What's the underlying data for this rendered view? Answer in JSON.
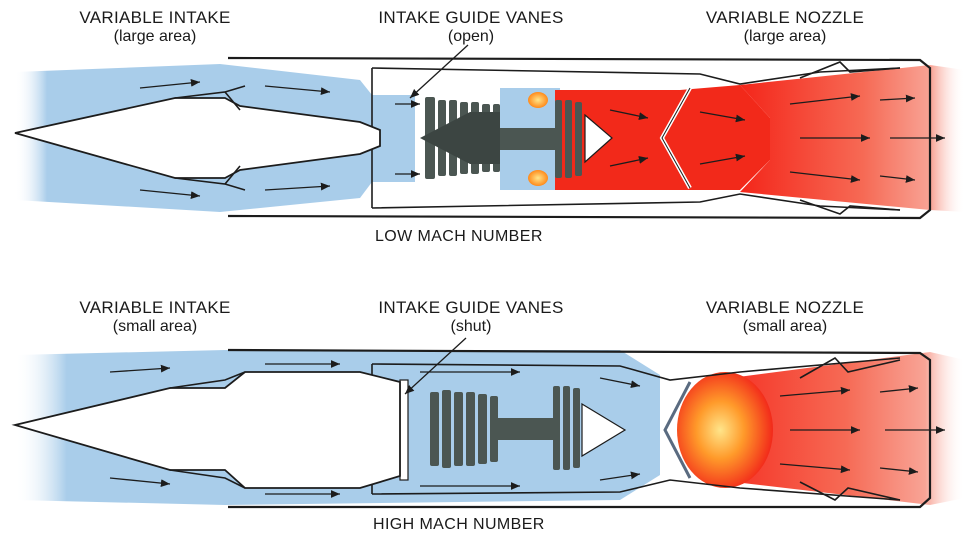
{
  "panels": [
    {
      "intake": {
        "title": "VARIABLE INTAKE",
        "detail": "(large area)"
      },
      "vanes": {
        "title": "INTAKE GUIDE VANES",
        "detail": "(open)"
      },
      "nozzle": {
        "title": "VARIABLE NOZZLE",
        "detail": "(large area)"
      },
      "caption": "LOW MACH NUMBER"
    },
    {
      "intake": {
        "title": "VARIABLE INTAKE",
        "detail": "(small area)"
      },
      "vanes": {
        "title": "INTAKE GUIDE VANES",
        "detail": "(shut)"
      },
      "nozzle": {
        "title": "VARIABLE NOZZLE",
        "detail": "(small area)"
      },
      "caption": "HIGH MACH NUMBER"
    }
  ],
  "colors": {
    "cold_flow": "#a9cdea",
    "hot_flow": "#f2291a",
    "engine_core": "#4b5652",
    "outline": "#1c1c1c"
  }
}
